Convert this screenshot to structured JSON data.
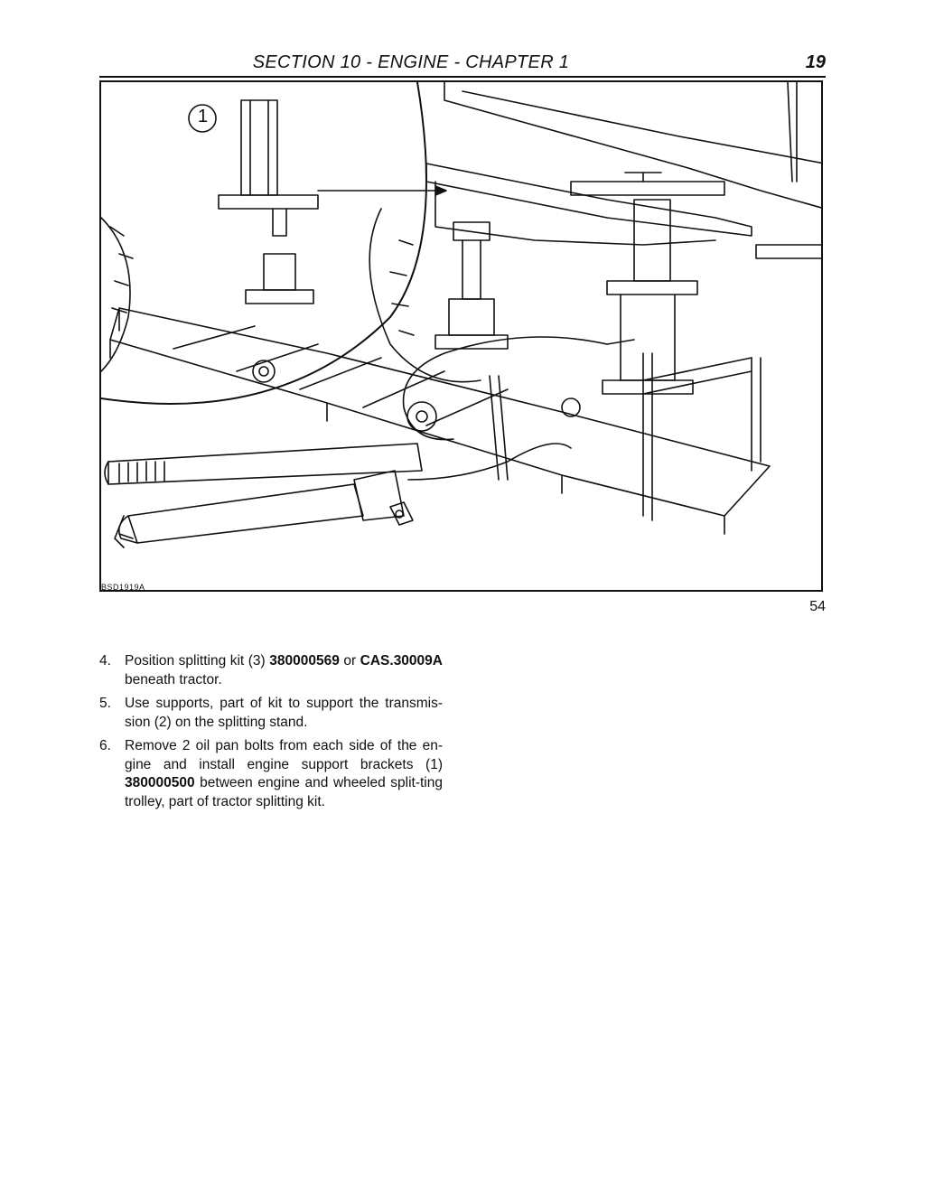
{
  "header": {
    "section_title": "SECTION 10 - ENGINE - CHAPTER 1",
    "page_number": "19"
  },
  "figure": {
    "callout": "1",
    "code": "BSD1919A",
    "number": "54"
  },
  "steps": [
    {
      "num": "4.",
      "parts": [
        "Position splitting kit (3) ",
        "380000569",
        " or ",
        "CAS.30009A",
        " beneath tractor."
      ]
    },
    {
      "num": "5.",
      "parts": [
        "Use supports, part of kit to support the transmis-sion (2) on the splitting stand."
      ]
    },
    {
      "num": "6.",
      "parts": [
        "Remove 2 oil pan bolts from each side of the en-gine and install engine support brackets (1) ",
        "380000500",
        " between engine and wheeled split-ting trolley, part of tractor splitting kit."
      ]
    }
  ]
}
